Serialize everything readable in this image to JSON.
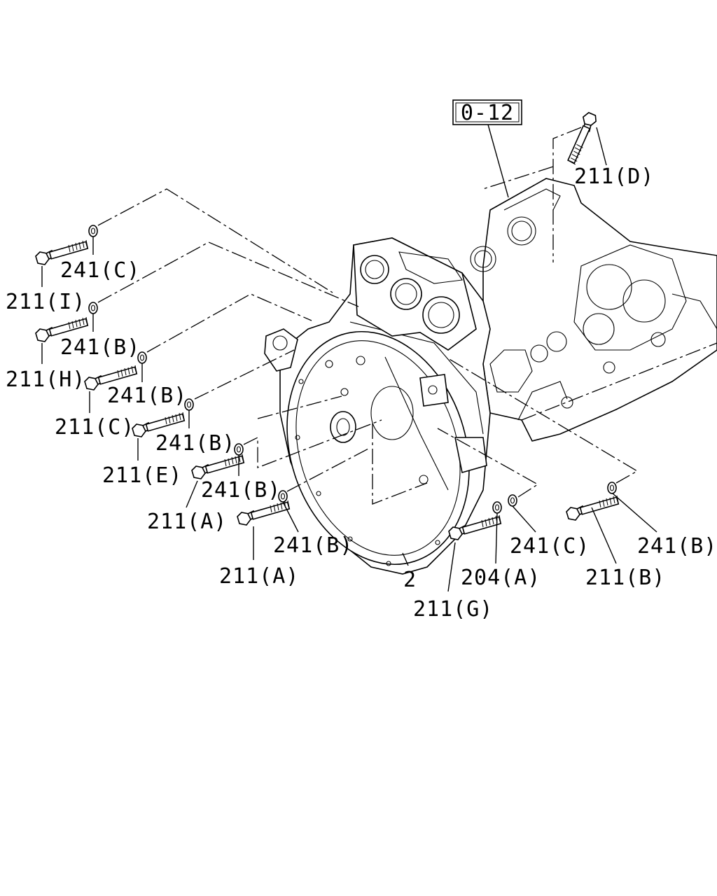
{
  "ref_box": "0-12",
  "callouts": {
    "d211_top": "211(D)",
    "c241_1": "241(C)",
    "i211": "211(I)",
    "b241_1": "241(B)",
    "h211": "211(H)",
    "b241_2": "241(B)",
    "c211": "211(C)",
    "b241_3": "241(B)",
    "e211": "211(E)",
    "b241_4": "241(B)",
    "a211_1": "211(A)",
    "b241_5": "241(B)",
    "a211_2": "211(A)",
    "part2": "2",
    "g211": "211(G)",
    "a204": "204(A)",
    "c241_2": "241(C)",
    "b211": "211(B)",
    "b241_6": "241(B)"
  }
}
